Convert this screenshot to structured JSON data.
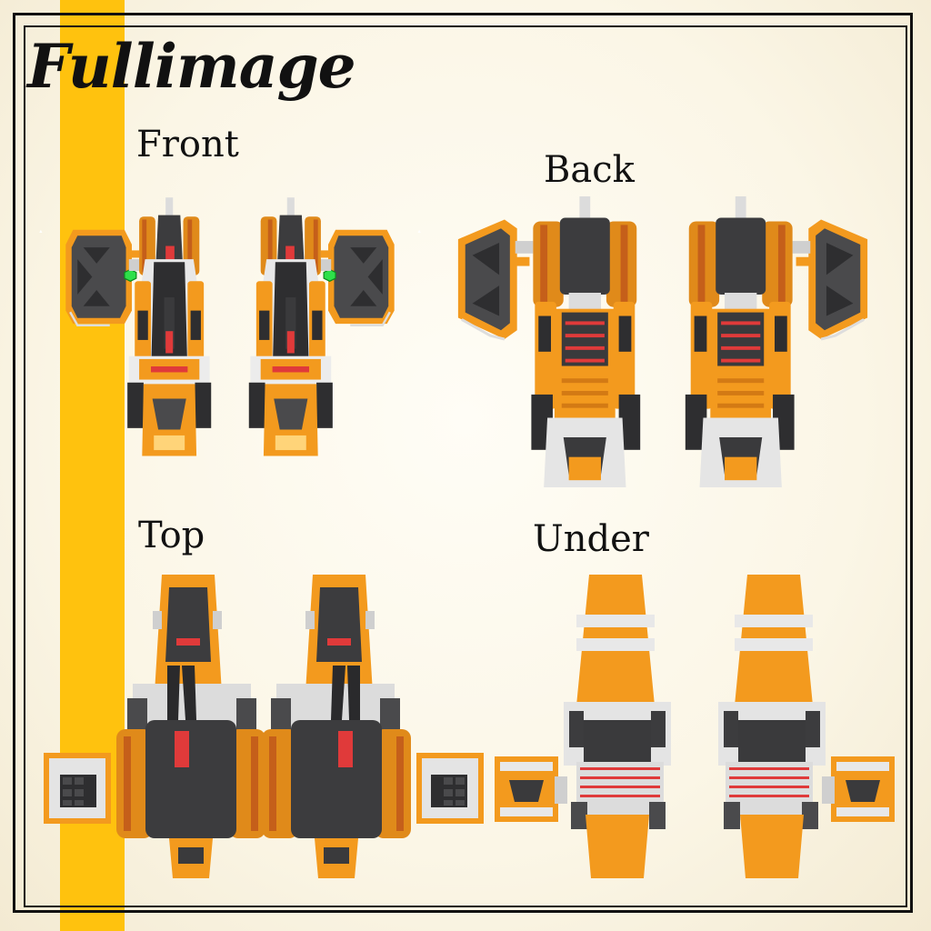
{
  "title": "Fullimage",
  "views": {
    "front": "Front",
    "back": "Back",
    "top": "Top",
    "under": "Under"
  },
  "colors": {
    "accent_stripe": "#ffc20e",
    "armor_orange": "#f39a1e",
    "armor_grey": "#4a4a4c",
    "armor_light": "#d8d8d8",
    "highlight_red": "#e03a3a",
    "indicator_green": "#2ee04a"
  }
}
